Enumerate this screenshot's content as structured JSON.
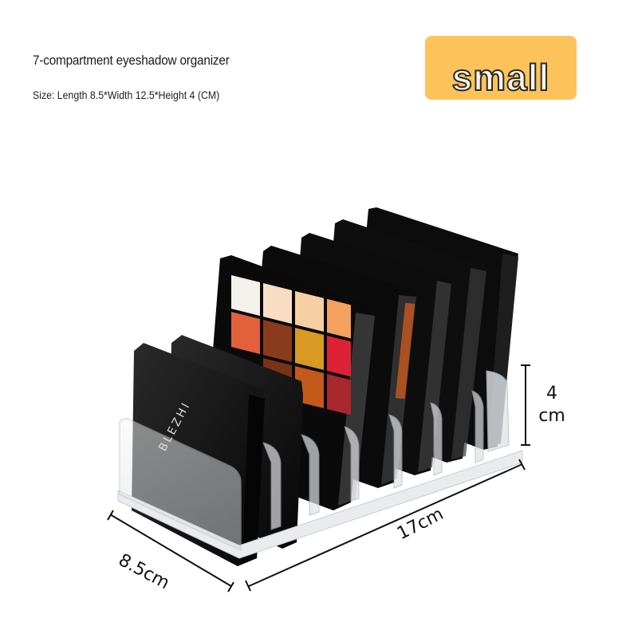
{
  "header": {
    "title": "7-compartment eyeshadow organizer",
    "size_line": "Size: Length 8.5*Width 12.5*Height 4 (CM)"
  },
  "badge": {
    "label": "small",
    "background_color": "#fdc35b",
    "text_color": "#fdf6e8",
    "outline_color": "#2a2a2a"
  },
  "product": {
    "description": "Clear acrylic 7-compartment eyeshadow palette organizer holding black palettes",
    "compartments": 7,
    "brand_text_on_compact": "BLEZHI",
    "palette_swatch_colors": [
      [
        "#f4f1ec",
        "#f8dcc4",
        "#f6cfa4",
        "#f3a15d"
      ],
      [
        "#e2603a",
        "#8a3b1c",
        "#d89a23",
        "#de2236"
      ],
      [
        "#b0451f",
        "#7a3218",
        "#c35a1c",
        "#a8282e"
      ]
    ]
  },
  "dimensions": {
    "height_value": "4",
    "height_unit": "cm",
    "length": "17cm",
    "width": "8.5cm"
  }
}
